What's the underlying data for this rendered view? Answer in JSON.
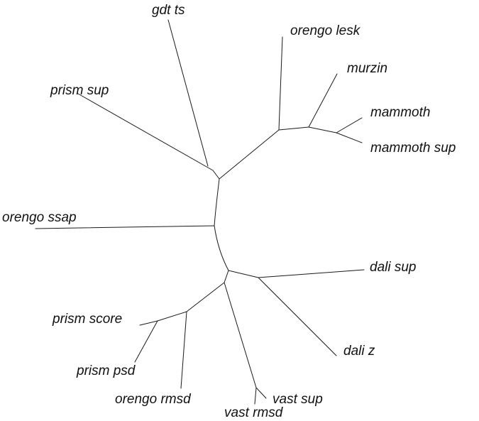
{
  "tree": {
    "leaves": {
      "gdt_ts": "gdt ts",
      "orengo_lesk": "orengo lesk",
      "murzin": "murzin",
      "mammoth": "mammoth",
      "mammoth_sup": "mammoth sup",
      "prism_sup": "prism sup",
      "orengo_ssap": "orengo ssap",
      "dali_sup": "dali sup",
      "dali_z": "dali z",
      "prism_score": "prism score",
      "prism_psd": "prism psd",
      "orengo_rmsd": "orengo rmsd",
      "vast_sup": "vast sup",
      "vast_rmsd": "vast rmsd"
    }
  }
}
